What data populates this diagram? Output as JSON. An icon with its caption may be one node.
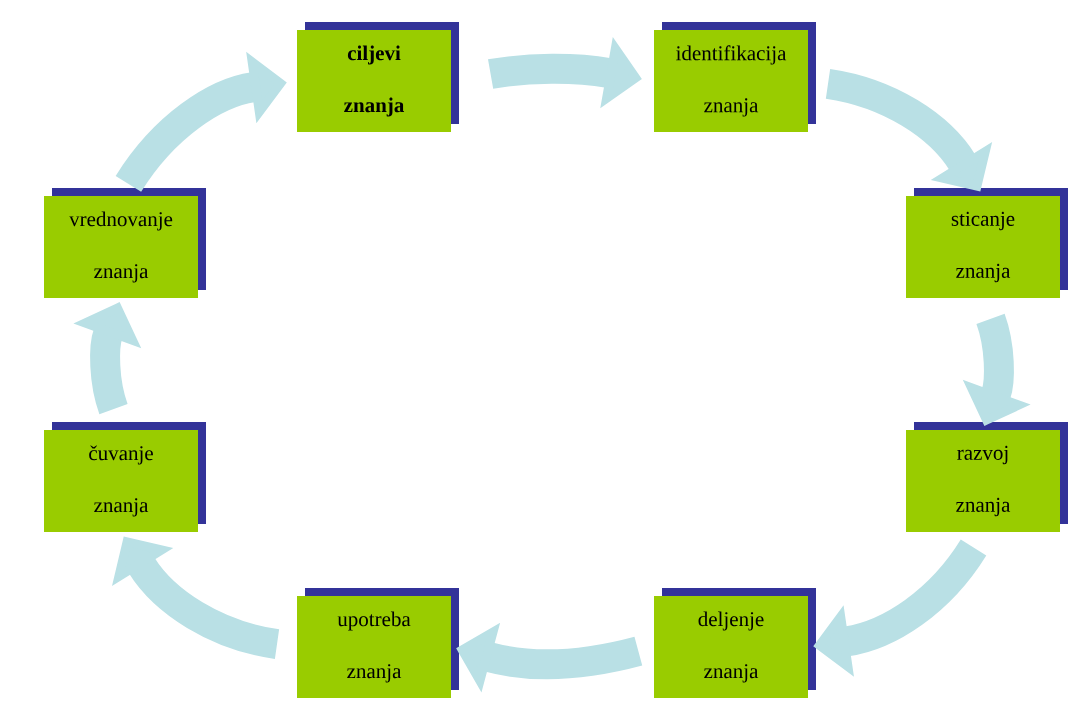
{
  "diagram": {
    "nodes": [
      {
        "text": [
          "ciljevi znanja"
        ]
      },
      {
        "text": [
          "identifikacija znanja"
        ]
      },
      {
        "text": [
          "sticanje znanja"
        ]
      },
      {
        "text": [
          "razvoj znanja"
        ]
      },
      {
        "text": [
          "deljenje znanja"
        ]
      },
      {
        "text": [
          "upotreba znanja"
        ]
      },
      {
        "text": [
          "čuvanje znanja"
        ]
      },
      {
        "text": [
          "vrednovanje znanja"
        ]
      }
    ],
    "edges": [
      {
        "from": 0,
        "to": 1,
        "arrow": "to"
      },
      {
        "from": 1,
        "to": 2,
        "arrow": "to"
      },
      {
        "from": 2,
        "to": 3,
        "arrow": "to"
      },
      {
        "from": 3,
        "to": 4,
        "arrow": "to"
      },
      {
        "from": 4,
        "to": 5,
        "arrow": "to"
      },
      {
        "from": 5,
        "to": 6,
        "arrow": "to"
      },
      {
        "from": 6,
        "to": 7,
        "arrow": "to"
      },
      {
        "from": 7,
        "to": 0,
        "arrow": "to"
      }
    ]
  }
}
